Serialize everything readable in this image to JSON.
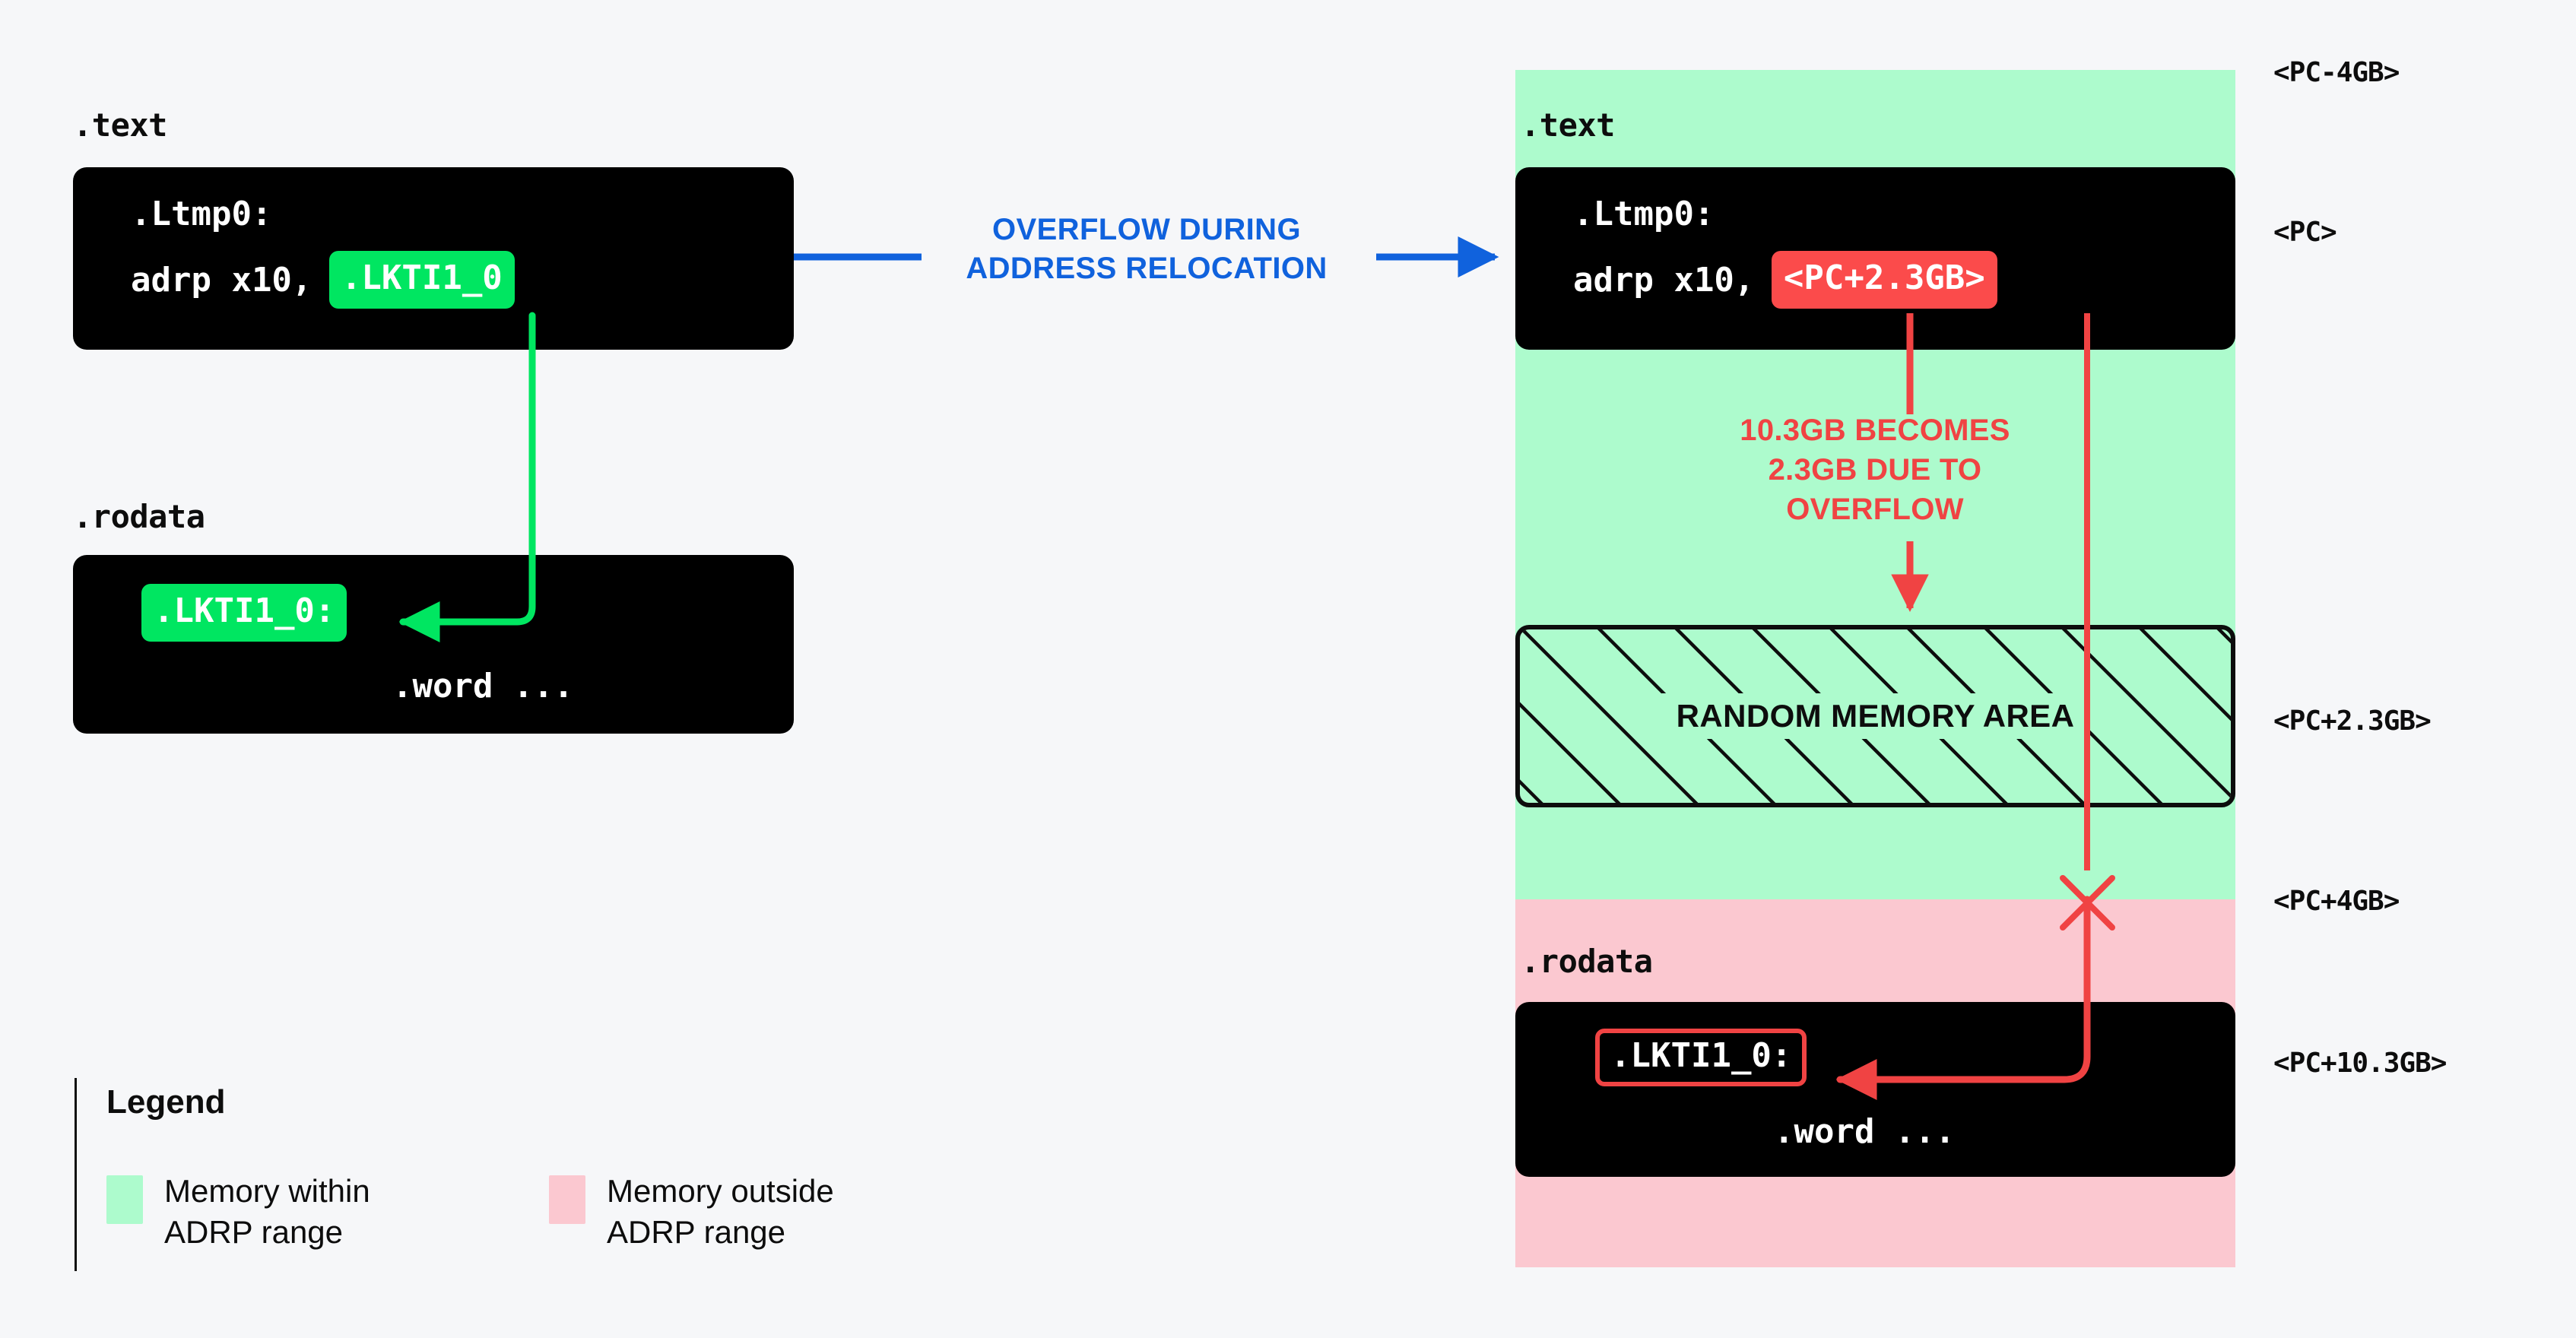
{
  "colors": {
    "background": "#f6f7f9",
    "code_block": "#000000",
    "accent_green": "#00e661",
    "accent_red": "#fb4b4b",
    "flow_blue": "#1062dd",
    "band_in_range": "#adfbcd",
    "band_out_of_range": "#fbc8d0",
    "text_dark": "#0d0d0d"
  },
  "left_panel": {
    "text_section": {
      "label": ".text",
      "lines": [
        {
          "text": ".Ltmp0:"
        },
        {
          "text": "adrp x10,"
        }
      ],
      "symbol_chip": ".LKTI1_0"
    },
    "rodata_section": {
      "label": ".rodata",
      "symbol_chip": ".LKTI1_0:",
      "lines": [
        {
          "text": ".word ..."
        }
      ]
    }
  },
  "flow": {
    "caption_line1": "OVERFLOW DURING",
    "caption_line2": "ADDRESS RELOCATION"
  },
  "right_panel": {
    "text_section": {
      "label": ".text",
      "lines": [
        {
          "text": ".Ltmp0:"
        },
        {
          "text": "adrp x10,"
        }
      ],
      "symbol_chip": "<PC+2.3GB>"
    },
    "overflow_note": {
      "line1": "10.3GB BECOMES",
      "line2": "2.3GB DUE TO",
      "line3": "OVERFLOW"
    },
    "random_area_label": "RANDOM MEMORY AREA",
    "rodata_section": {
      "label": ".rodata",
      "symbol_chip": ".LKTI1_0:",
      "lines": [
        {
          "text": ".word ..."
        }
      ]
    },
    "address_labels": [
      {
        "text": "<PC-4GB>"
      },
      {
        "text": "<PC>"
      },
      {
        "text": "<PC+2.3GB>"
      },
      {
        "text": "<PC+4GB>"
      },
      {
        "text": "<PC+10.3GB>"
      }
    ]
  },
  "legend": {
    "title": "Legend",
    "items": [
      {
        "swatch": "#adfbcd",
        "line1": "Memory within",
        "line2": "ADRP range"
      },
      {
        "swatch": "#fbc8d0",
        "line1": "Memory outside",
        "line2": "ADRP range"
      }
    ]
  }
}
